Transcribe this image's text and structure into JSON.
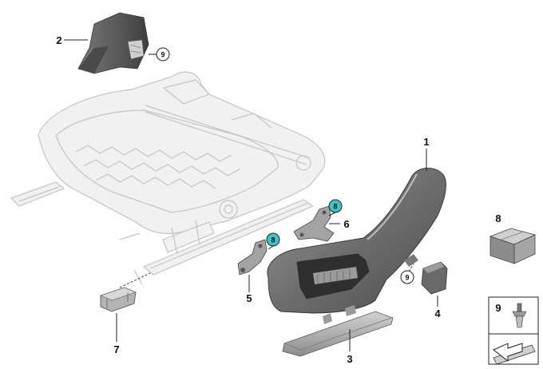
{
  "diagram": {
    "callouts": [
      {
        "id": "c1",
        "label": "1"
      },
      {
        "id": "c2",
        "label": "2"
      },
      {
        "id": "c3",
        "label": "3"
      },
      {
        "id": "c4",
        "label": "4"
      },
      {
        "id": "c5",
        "label": "5"
      },
      {
        "id": "c6",
        "label": "6"
      },
      {
        "id": "c7",
        "label": "7"
      },
      {
        "id": "c8",
        "label": "8"
      }
    ],
    "circled_refs": [
      {
        "id": "r9a",
        "label": "9"
      },
      {
        "id": "r9b",
        "label": "9"
      },
      {
        "id": "r8a",
        "label": "8"
      },
      {
        "id": "r8b",
        "label": "8"
      }
    ],
    "legend_box_label": "9",
    "colors": {
      "highlight_circle": "#3fc2c8",
      "part_dark": "#5d5d5d",
      "part_mid": "#8a8a8a",
      "part_light": "#b8b8b8",
      "ghost_line": "#c4c4c4"
    }
  }
}
